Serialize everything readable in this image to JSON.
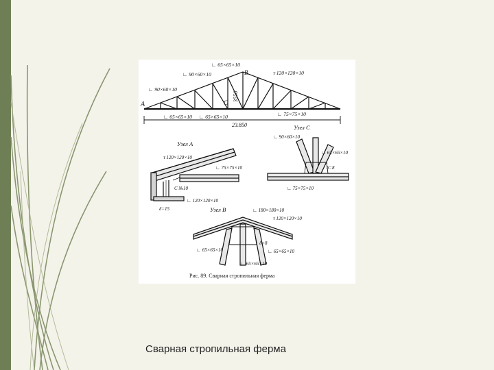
{
  "slide": {
    "caption": "Сварная стропильная ферма",
    "accent_color": "#6f7f55",
    "background_color": "#f4f3ea"
  },
  "figure": {
    "caption": "Рис. 89. Сварная стропильная ферма",
    "truss": {
      "labels": {
        "top_left": "∟ 90×60×10",
        "top_mid": "∟ 90×60×10",
        "top_center": "∟ 65×65×10",
        "top_right": "ᴛ 120×120×10",
        "bottom_left": "∟ 65×65×10",
        "bottom_mid": "∟ 65×65×10",
        "bottom_right": "∟ 75×75×10",
        "height": "3556",
        "span": "23.850",
        "node_a": "A",
        "node_b": "B",
        "node_c": "C"
      }
    },
    "node_a": {
      "title": "Узел A",
      "labels": [
        "ᴛ 120×120×10",
        "∟ 75×75×10",
        "С №10",
        "∟ 120×120×10",
        "δ=15"
      ]
    },
    "node_c": {
      "title": "Узел C",
      "labels": [
        "∟ 90×60×10",
        "∟ 65×65×10",
        "δ=8",
        "∟ 75×75×10"
      ]
    },
    "node_b": {
      "title": "Узел B",
      "labels": [
        "∟ 180×180×10",
        "ᴛ 120×120×10",
        "∟ 65×65×10",
        "δ=8",
        "∟ 65×65×10",
        "∟ 65×65×10"
      ]
    }
  }
}
